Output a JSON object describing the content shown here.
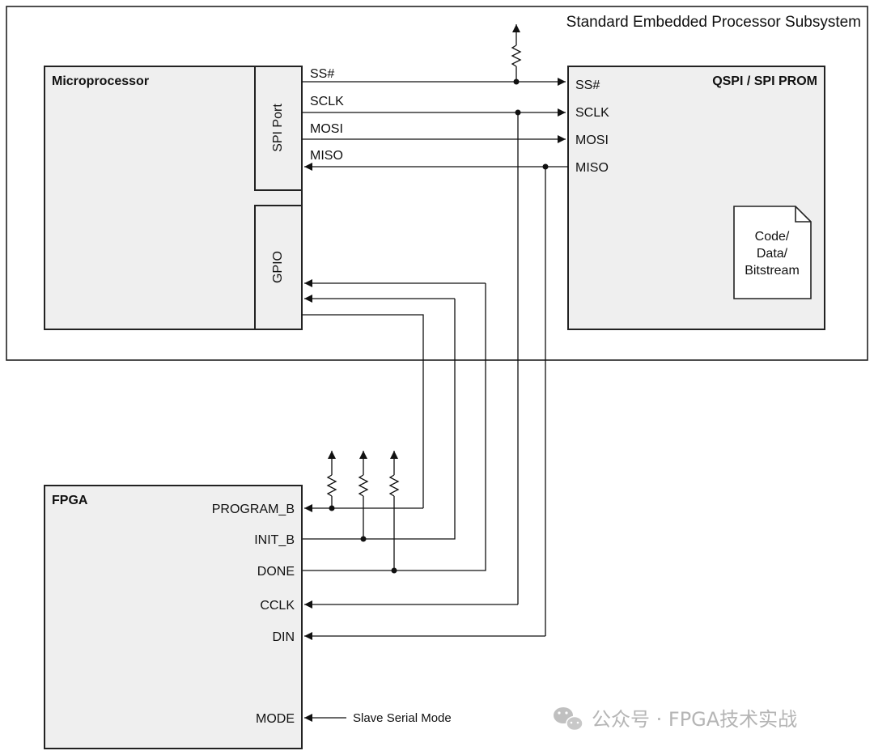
{
  "subsystem": {
    "title": "Standard Embedded Processor Subsystem"
  },
  "microprocessor": {
    "title": "Microprocessor",
    "spi_port_label": "SPI Port",
    "gpio_label": "GPIO"
  },
  "prom": {
    "title": "QSPI / SPI PROM",
    "pins": {
      "ss": "SS#",
      "sclk": "SCLK",
      "mosi": "MOSI",
      "miso": "MISO"
    },
    "doc_lines": [
      "Code/",
      "Data/",
      "Bitstream"
    ]
  },
  "bus": {
    "ss": "SS#",
    "sclk": "SCLK",
    "mosi": "MOSI",
    "miso": "MISO"
  },
  "fpga": {
    "title": "FPGA",
    "pins": {
      "program_b": "PROGRAM_B",
      "init_b": "INIT_B",
      "done": "DONE",
      "cclk": "CCLK",
      "din": "DIN",
      "mode": "MODE"
    }
  },
  "mode_note": "Slave Serial Mode",
  "watermark": "公众号 · FPGA技术实战"
}
